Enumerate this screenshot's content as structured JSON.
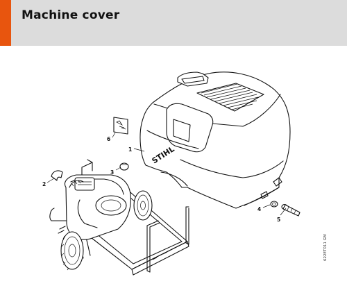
{
  "header": {
    "title": "Machine cover",
    "accent_color": "#e8550e",
    "background_color": "#dcdcdc"
  },
  "diagram": {
    "brand_logo": "STIHL",
    "callouts": [
      "1",
      "2",
      "3",
      "4",
      "5",
      "6"
    ],
    "doc_ref": "622ET011 GM"
  }
}
